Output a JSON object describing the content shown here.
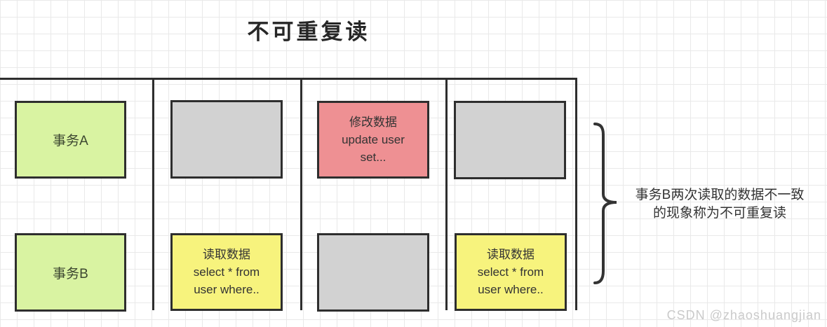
{
  "title": "不可重复读",
  "colors": {
    "green": "#d9f3a2",
    "yellow": "#f7f37d",
    "red": "#ee9093",
    "gray": "#d2d2d2",
    "line": "#2e2e2e",
    "grid": "#e9e9e9",
    "text": "#333333",
    "watermark": "#cacaca"
  },
  "boxes": {
    "tx_a": {
      "label": "事务A"
    },
    "tx_b": {
      "label": "事务B"
    },
    "modify": {
      "line1": "修改数据",
      "line2": "update user",
      "line3": "set..."
    },
    "read1": {
      "line1": "读取数据",
      "line2": "select * from",
      "line3": "user where.."
    },
    "read2": {
      "line1": "读取数据",
      "line2": "select * from",
      "line3": "user where.."
    }
  },
  "annotation": {
    "line1": "事务B两次读取的数据不一致",
    "line2": "的现象称为不可重复读"
  },
  "watermark": "CSDN @zhaoshuangjian"
}
